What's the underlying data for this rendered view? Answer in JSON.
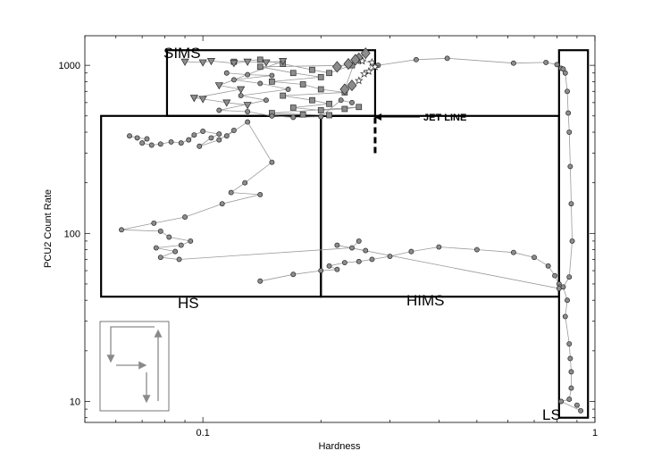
{
  "chart_data": {
    "type": "scatter",
    "xlabel": "Hardness",
    "ylabel": "PCU2 Count Rate",
    "xscale": "log",
    "yscale": "log",
    "xlim": [
      0.05,
      1.0
    ],
    "ylim": [
      7.5,
      1500
    ],
    "x_ticks": [
      {
        "value": 0.1,
        "label": "0.1"
      },
      {
        "value": 1.0,
        "label": "1"
      }
    ],
    "y_ticks": [
      {
        "value": 10,
        "label": "10"
      },
      {
        "value": 100,
        "label": "100"
      },
      {
        "value": 1000,
        "label": "1000"
      }
    ],
    "grid": false,
    "colors": {
      "marker_fill": "#8c8c8c",
      "marker_edge": "#2a2a2a",
      "line": "#9a9a9a",
      "region": "#000000",
      "inset_arrows": "#8a8a8a"
    },
    "regions": [
      {
        "label": "HS",
        "x": [
          0.055,
          0.2
        ],
        "y": [
          42,
          500
        ]
      },
      {
        "label": "HIMS",
        "x": [
          0.2,
          0.81
        ],
        "y": [
          42,
          500
        ]
      },
      {
        "label": "SIMS",
        "x": [
          0.081,
          0.275
        ],
        "y": [
          500,
          1230
        ]
      },
      {
        "label": "LS",
        "x": [
          0.81,
          0.96
        ],
        "y": [
          8,
          1230
        ]
      }
    ],
    "jet_line": {
      "label": "JET LINE",
      "x": 0.275,
      "y": [
        300,
        500
      ]
    },
    "series": [
      {
        "marker": "circle",
        "connected": true,
        "points": [
          [
            0.065,
            380
          ],
          [
            0.068,
            370
          ],
          [
            0.072,
            365
          ],
          [
            0.07,
            345
          ],
          [
            0.074,
            335
          ],
          [
            0.078,
            340
          ],
          [
            0.083,
            350
          ],
          [
            0.088,
            345
          ],
          [
            0.092,
            360
          ],
          [
            0.095,
            385
          ],
          [
            0.1,
            405
          ],
          [
            0.11,
            390
          ],
          [
            0.105,
            370
          ],
          [
            0.098,
            330
          ],
          [
            0.11,
            360
          ],
          [
            0.12,
            410
          ],
          [
            0.115,
            380
          ],
          [
            0.13,
            460
          ],
          [
            0.15,
            265
          ],
          [
            0.128,
            200
          ],
          [
            0.118,
            175
          ],
          [
            0.14,
            170
          ],
          [
            0.112,
            150
          ],
          [
            0.09,
            125
          ],
          [
            0.075,
            115
          ],
          [
            0.062,
            105
          ],
          [
            0.078,
            103
          ],
          [
            0.082,
            95
          ],
          [
            0.093,
            90
          ],
          [
            0.088,
            85
          ],
          [
            0.076,
            82
          ],
          [
            0.085,
            78
          ],
          [
            0.078,
            72
          ],
          [
            0.087,
            70
          ],
          [
            0.24,
            82
          ],
          [
            0.25,
            90
          ]
        ]
      },
      {
        "marker": "circle",
        "connected": true,
        "points": [
          [
            0.14,
            52
          ],
          [
            0.17,
            57
          ],
          [
            0.2,
            60
          ],
          [
            0.22,
            61
          ],
          [
            0.21,
            64
          ],
          [
            0.23,
            67
          ],
          [
            0.25,
            68
          ],
          [
            0.27,
            70
          ],
          [
            0.3,
            73
          ],
          [
            0.34,
            78
          ],
          [
            0.4,
            83
          ],
          [
            0.5,
            80
          ],
          [
            0.62,
            77
          ],
          [
            0.7,
            72
          ],
          [
            0.76,
            64
          ],
          [
            0.79,
            56
          ],
          [
            0.81,
            50
          ],
          [
            0.815,
            48
          ],
          [
            0.81,
            47
          ],
          [
            0.22,
            85
          ],
          [
            0.26,
            79
          ]
        ]
      },
      {
        "marker": "circle",
        "connected": true,
        "points": [
          [
            0.28,
            1000
          ],
          [
            0.35,
            1080
          ],
          [
            0.42,
            1100
          ],
          [
            0.62,
            1030
          ],
          [
            0.75,
            1040
          ],
          [
            0.8,
            1010
          ],
          [
            0.82,
            960
          ],
          [
            0.83,
            950
          ],
          [
            0.84,
            900
          ],
          [
            0.85,
            700
          ],
          [
            0.855,
            520
          ],
          [
            0.86,
            400
          ],
          [
            0.865,
            250
          ],
          [
            0.87,
            150
          ],
          [
            0.875,
            90
          ],
          [
            0.86,
            55
          ],
          [
            0.83,
            48
          ],
          [
            0.85,
            40
          ],
          [
            0.84,
            32
          ],
          [
            0.86,
            22
          ],
          [
            0.865,
            18
          ],
          [
            0.87,
            15
          ],
          [
            0.87,
            12
          ],
          [
            0.86,
            10.3
          ],
          [
            0.82,
            10
          ],
          [
            0.92,
            8.8
          ],
          [
            0.9,
            9.5
          ]
        ]
      },
      {
        "marker": "square",
        "connected": true,
        "points": [
          [
            0.12,
            1050
          ],
          [
            0.14,
            1080
          ],
          [
            0.16,
            1020
          ],
          [
            0.19,
            940
          ],
          [
            0.21,
            900
          ],
          [
            0.24,
            1000
          ],
          [
            0.14,
            980
          ],
          [
            0.17,
            900
          ],
          [
            0.2,
            850
          ],
          [
            0.15,
            800
          ],
          [
            0.18,
            770
          ],
          [
            0.2,
            720
          ],
          [
            0.23,
            690
          ],
          [
            0.16,
            660
          ],
          [
            0.19,
            620
          ],
          [
            0.21,
            590
          ],
          [
            0.17,
            560
          ],
          [
            0.2,
            540
          ],
          [
            0.23,
            550
          ],
          [
            0.25,
            565
          ],
          [
            0.15,
            520
          ],
          [
            0.18,
            510
          ],
          [
            0.21,
            505
          ]
        ]
      },
      {
        "marker": "triangle-down",
        "connected": true,
        "points": [
          [
            0.09,
            1050
          ],
          [
            0.1,
            1040
          ],
          [
            0.105,
            1060
          ],
          [
            0.12,
            1030
          ],
          [
            0.13,
            1050
          ],
          [
            0.145,
            1040
          ],
          [
            0.16,
            1060
          ],
          [
            0.11,
            760
          ],
          [
            0.125,
            720
          ],
          [
            0.095,
            640
          ],
          [
            0.1,
            630
          ],
          [
            0.115,
            600
          ],
          [
            0.13,
            580
          ]
        ]
      },
      {
        "marker": "circle",
        "connected": true,
        "points": [
          [
            0.115,
            900
          ],
          [
            0.13,
            880
          ],
          [
            0.15,
            870
          ],
          [
            0.12,
            820
          ],
          [
            0.14,
            780
          ],
          [
            0.165,
            720
          ],
          [
            0.125,
            660
          ],
          [
            0.145,
            620
          ],
          [
            0.11,
            540
          ],
          [
            0.13,
            530
          ],
          [
            0.15,
            500
          ],
          [
            0.17,
            490
          ],
          [
            0.2,
            495
          ],
          [
            0.225,
            620
          ],
          [
            0.24,
            600
          ]
        ]
      },
      {
        "marker": "diamond",
        "connected": true,
        "points": [
          [
            0.22,
            980
          ],
          [
            0.235,
            1020
          ],
          [
            0.25,
            1100
          ],
          [
            0.26,
            1180
          ],
          [
            0.245,
            1080
          ],
          [
            0.23,
            720
          ],
          [
            0.24,
            760
          ]
        ]
      },
      {
        "marker": "star",
        "connected": true,
        "points": [
          [
            0.255,
            1060
          ],
          [
            0.27,
            1040
          ],
          [
            0.265,
            920
          ],
          [
            0.275,
            980
          ],
          [
            0.258,
            890
          ],
          [
            0.25,
            810
          ]
        ]
      }
    ]
  }
}
